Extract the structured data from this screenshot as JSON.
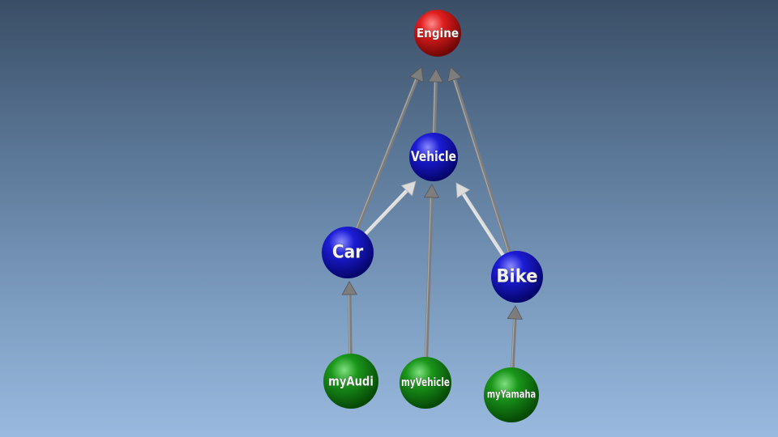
{
  "diagram": {
    "nodes": [
      {
        "id": "engine",
        "label": "Engine",
        "kind": "red"
      },
      {
        "id": "vehicle",
        "label": "Vehicle",
        "kind": "blue"
      },
      {
        "id": "car",
        "label": "Car",
        "kind": "blue"
      },
      {
        "id": "bike",
        "label": "Bike",
        "kind": "blue"
      },
      {
        "id": "myaudi",
        "label": "myAudi",
        "kind": "green"
      },
      {
        "id": "myvehicle",
        "label": "myVehicle",
        "kind": "green"
      },
      {
        "id": "myyamaha",
        "label": "myYamaha",
        "kind": "green"
      }
    ],
    "edges": [
      {
        "from": "car",
        "to": "engine",
        "style": "dark"
      },
      {
        "from": "vehicle",
        "to": "engine",
        "style": "dark"
      },
      {
        "from": "bike",
        "to": "engine",
        "style": "dark"
      },
      {
        "from": "car",
        "to": "vehicle",
        "style": "light"
      },
      {
        "from": "bike",
        "to": "vehicle",
        "style": "light"
      },
      {
        "from": "myaudi",
        "to": "car",
        "style": "dark"
      },
      {
        "from": "myvehicle",
        "to": "vehicle",
        "style": "dark"
      },
      {
        "from": "myyamaha",
        "to": "bike",
        "style": "dark"
      }
    ],
    "colors": {
      "red": "#d11414",
      "blue": "#1414c8",
      "green": "#128a12",
      "edge_dark": "#7d7d7d",
      "edge_light": "#dcdcdc"
    }
  }
}
